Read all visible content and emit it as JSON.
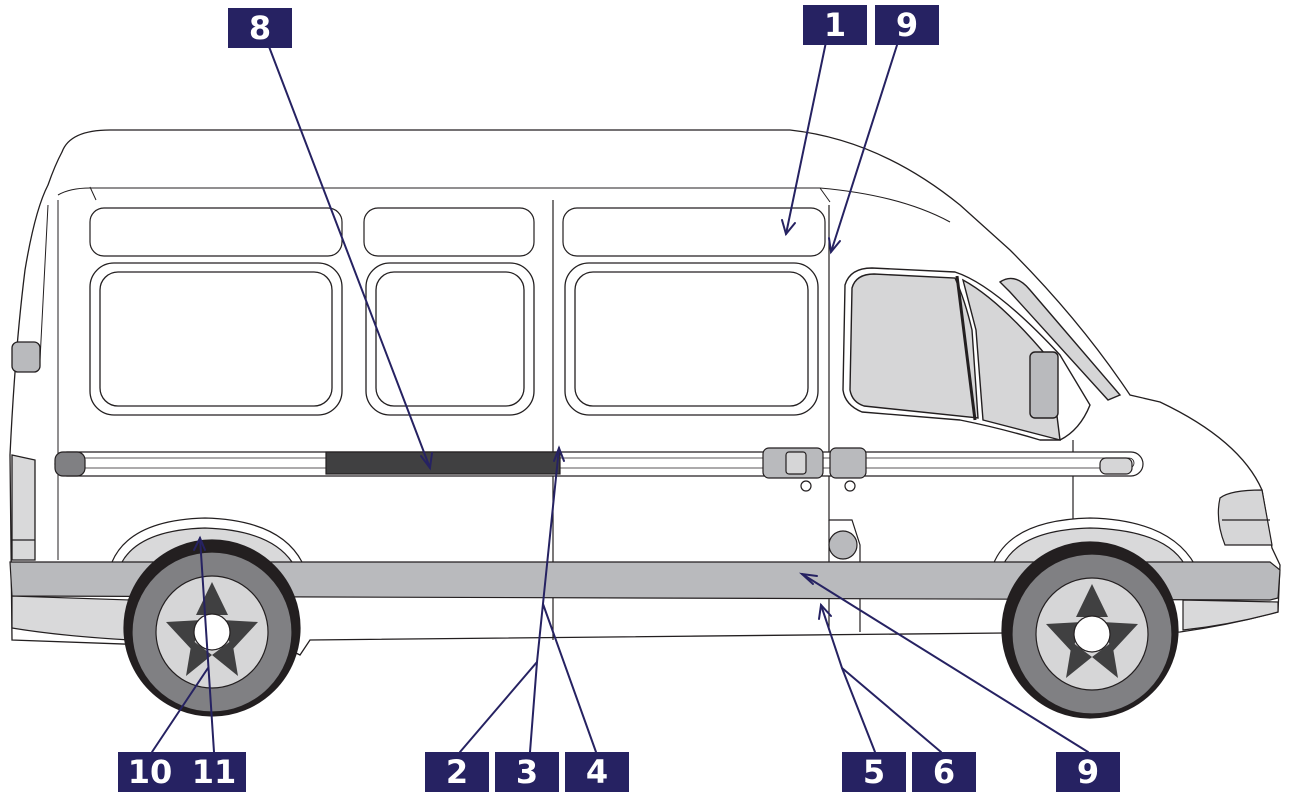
{
  "diagram": {
    "colors": {
      "callout_bg": "#262262",
      "callout_text": "#ffffff",
      "leader_line": "#262262",
      "outline": "#231f20",
      "bumper_band": "#b9babd",
      "tire": "#808083",
      "glass": "#d6d6d7",
      "body": "#ffffff"
    },
    "callouts": {
      "top_8": "8",
      "top_1": "1",
      "top_9": "9",
      "bottom_10": "10",
      "bottom_11": "11",
      "bottom_2": "2",
      "bottom_3": "3",
      "bottom_4": "4",
      "bottom_5": "5",
      "bottom_6": "6",
      "bottom_9": "9"
    }
  }
}
